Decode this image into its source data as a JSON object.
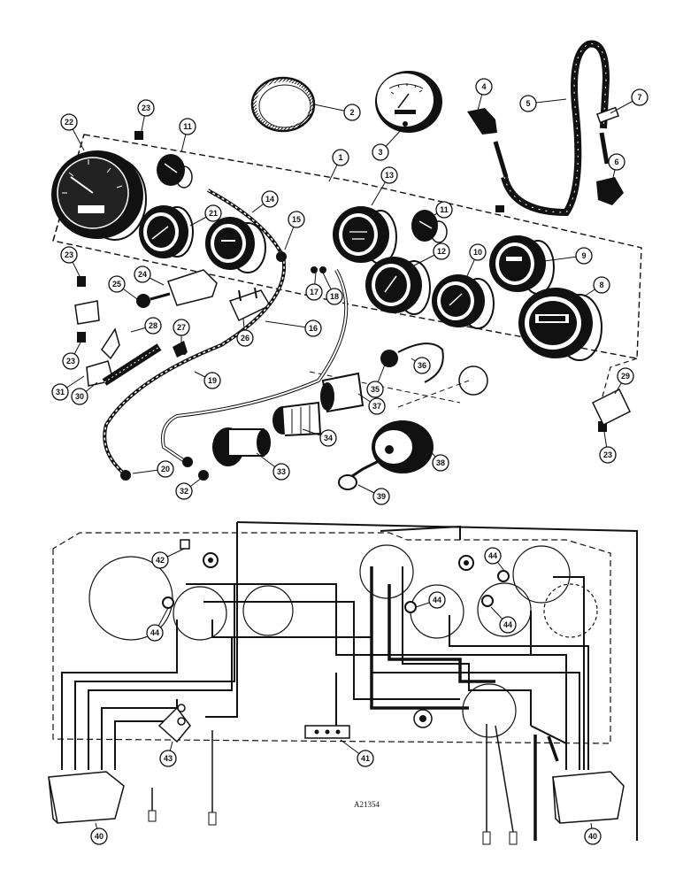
{
  "figure_code": "A21354",
  "callouts": [
    "1",
    "2",
    "3",
    "4",
    "5",
    "6",
    "7",
    "8",
    "9",
    "10",
    "11",
    "12",
    "13",
    "14",
    "15",
    "16",
    "17",
    "18",
    "19",
    "20",
    "21",
    "22",
    "23",
    "24",
    "25",
    "26",
    "27",
    "28",
    "29",
    "30",
    "31",
    "32",
    "33",
    "34",
    "35",
    "36",
    "37",
    "38",
    "39",
    "40",
    "41",
    "42",
    "43",
    "44"
  ],
  "colors": {
    "ink": "#111111",
    "paper": "#ffffff"
  }
}
